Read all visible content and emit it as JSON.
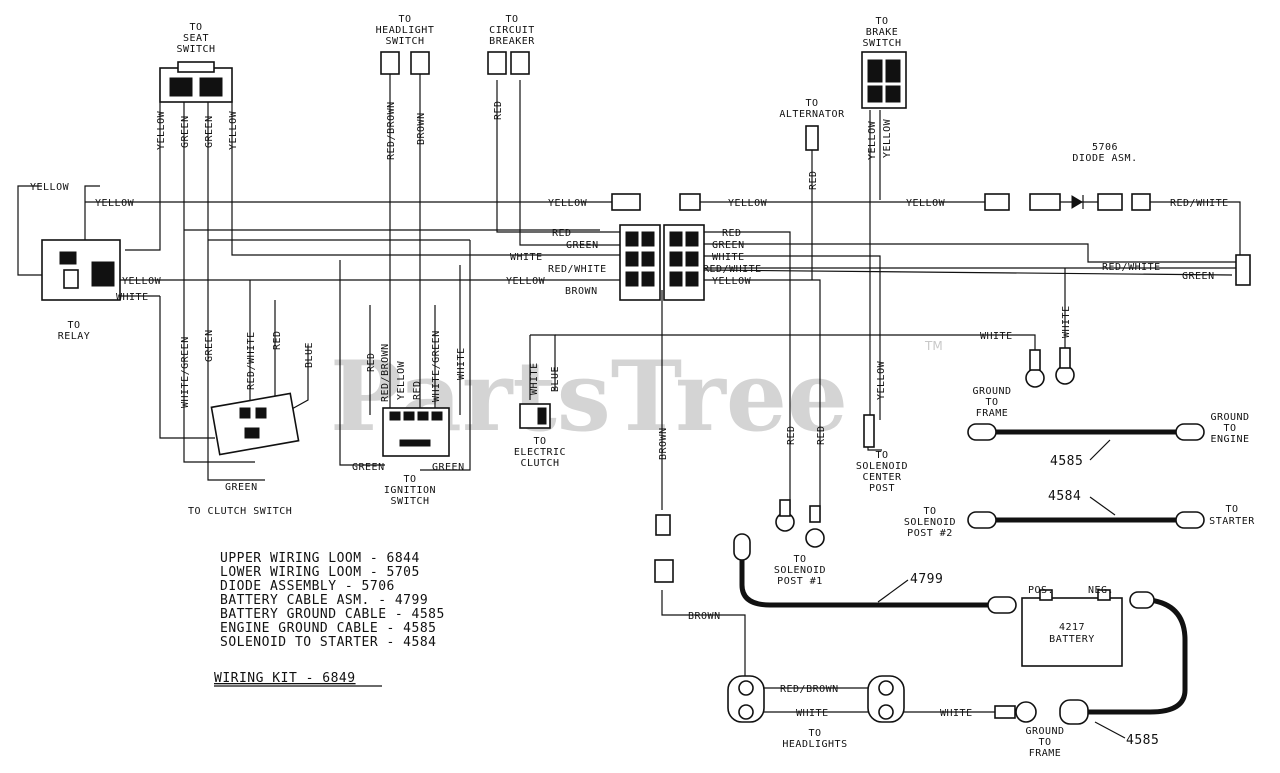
{
  "watermark": {
    "text": "PartsTree",
    "tm": "TM"
  },
  "terminals": {
    "seat_switch": [
      "TO",
      "SEAT",
      "SWITCH"
    ],
    "headlight_switch": [
      "TO",
      "HEADLIGHT",
      "SWITCH"
    ],
    "circuit_breaker": [
      "TO",
      "CIRCUIT",
      "BREAKER"
    ],
    "brake_switch": [
      "TO",
      "BRAKE",
      "SWITCH"
    ],
    "alternator": [
      "TO",
      "ALTERNATOR"
    ],
    "diode": [
      "5706",
      "DIODE ASM."
    ],
    "relay": [
      "TO",
      "RELAY"
    ],
    "electric_clutch": [
      "TO",
      "ELECTRIC",
      "CLUTCH"
    ],
    "ignition_switch": [
      "TO",
      "IGNITION",
      "SWITCH"
    ],
    "clutch_switch": "TO CLUTCH SWITCH",
    "solenoid_center": [
      "TO",
      "SOLENOID",
      "CENTER",
      "POST"
    ],
    "ground_frame_1": [
      "GROUND",
      "TO",
      "FRAME"
    ],
    "ground_engine": [
      "GROUND",
      "TO",
      "ENGINE"
    ],
    "solenoid_post2": [
      "TO",
      "SOLENOID",
      "POST #2"
    ],
    "starter": [
      "TO",
      "STARTER"
    ],
    "solenoid_post1": [
      "TO",
      "SOLENOID",
      "POST #1"
    ],
    "headlights": [
      "TO",
      "HEADLIGHTS"
    ],
    "ground_frame_2": [
      "GROUND",
      "TO",
      "FRAME"
    ]
  },
  "wire_labels": {
    "yellow": "YELLOW",
    "green": "GREEN",
    "white": "WHITE",
    "red": "RED",
    "blue": "BLUE",
    "brown": "BROWN",
    "red_white": "RED/WHITE",
    "red_brown": "RED/BROWN",
    "white_green": "WHITE/GREEN"
  },
  "parts": {
    "cable_4585_engine": "4585",
    "cable_4584": "4584",
    "cable_4799": "4799",
    "cable_4585_battery": "4585",
    "battery": {
      "model": "4217",
      "name": "BATTERY",
      "pos": "POS.",
      "neg": "NEG."
    }
  },
  "legend": [
    "UPPER WIRING LOOM - 6844",
    "LOWER WIRING LOOM - 5705",
    "DIODE ASSEMBLY - 5706",
    "BATTERY CABLE ASM. - 4799",
    "BATTERY GROUND CABLE - 4585",
    "ENGINE GROUND CABLE - 4585",
    "SOLENOID TO STARTER - 4584"
  ],
  "wiring_kit": "WIRING KIT - 6849"
}
